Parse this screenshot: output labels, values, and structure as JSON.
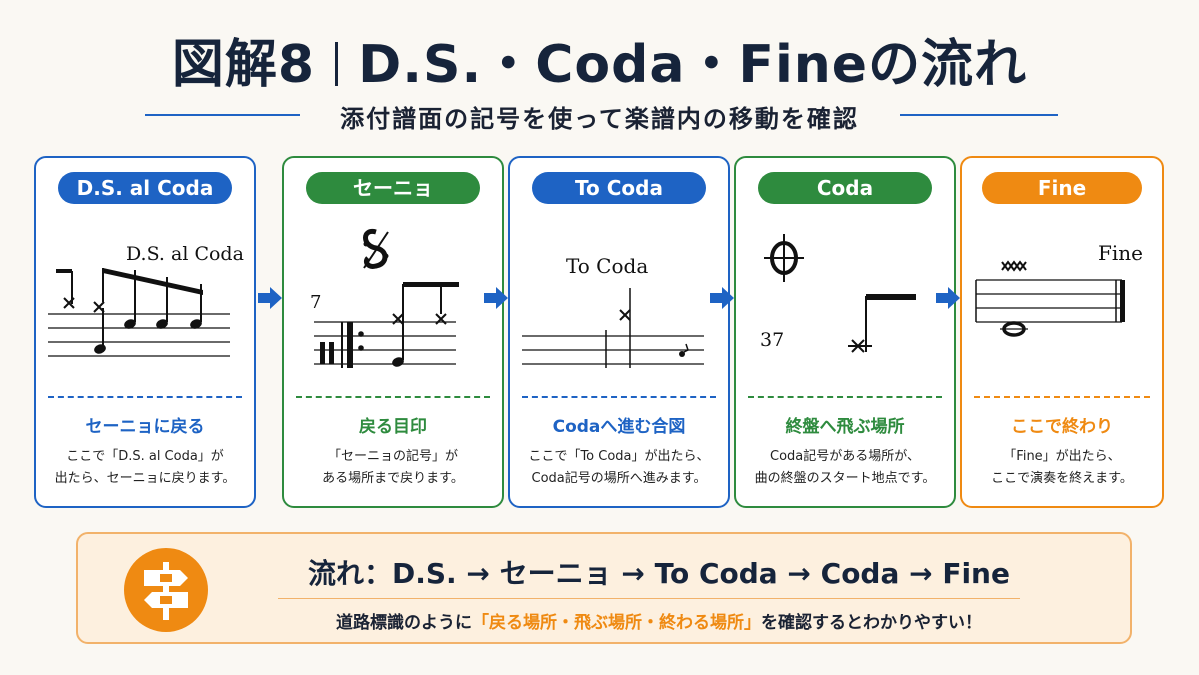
{
  "title": {
    "left": "図解8",
    "right": "D.S.・Coda・Fineの流れ"
  },
  "subtitle": "添付譜面の記号を使って楽譜内の移動を確認",
  "colors": {
    "blue": "#1e63c4",
    "green": "#2e8b3e",
    "orange": "#ef8a12",
    "navy": "#16243b"
  },
  "cards": [
    {
      "pill": "D.S. al Coda",
      "staff_text": "D.S. al Coda",
      "heading": "セーニョに戻る",
      "desc_line1": "ここで「D.S. al Coda」が",
      "desc_line2": "出たら、セーニョに戻ります。"
    },
    {
      "pill": "セーニョ",
      "staff_text": "𝄋",
      "measure_number": "7",
      "heading": "戻る目印",
      "desc_line1": "「セーニョの記号」が",
      "desc_line2": "ある場所まで戻ります。"
    },
    {
      "pill": "To Coda",
      "staff_text": "To Coda",
      "heading": "Codaへ進む合図",
      "desc_line1": "ここで「To Coda」が出たら、",
      "desc_line2": "Coda記号の場所へ進みます。"
    },
    {
      "pill": "Coda",
      "staff_text": "𝄌",
      "measure_number": "37",
      "heading": "終盤へ飛ぶ場所",
      "desc_line1": "Coda記号がある場所が、",
      "desc_line2": "曲の終盤のスタート地点です。"
    },
    {
      "pill": "Fine",
      "staff_text": "Fine",
      "heading": "ここで終わり",
      "desc_line1": "「Fine」が出たら、",
      "desc_line2": "ここで演奏を終えます。"
    }
  ],
  "bottom": {
    "icon": "signpost-icon",
    "flow": "流れ：D.S. → セーニョ → To Coda → Coda → Fine",
    "note_before": "道路標識のように",
    "note_highlight": "「戻る場所・飛ぶ場所・終わる場所」",
    "note_after": "を確認するとわかりやすい！"
  }
}
